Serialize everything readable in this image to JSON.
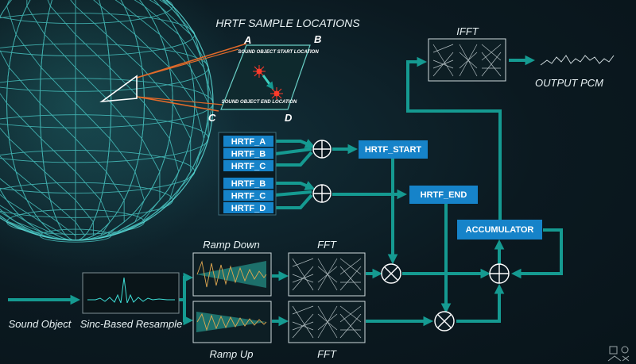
{
  "title": "HRTF SAMPLE LOCATIONS",
  "points": {
    "a": "A",
    "b": "B",
    "c": "C",
    "d": "D"
  },
  "inset": {
    "start": "SOUND OBJECT START LOCATION",
    "end": "SOUND OBJECT END LOCATION"
  },
  "hrtf_group1": [
    "HRTF_A",
    "HRTF_B",
    "HRTF_C"
  ],
  "hrtf_group2": [
    "HRTF_B",
    "HRTF_C",
    "HRTF_D"
  ],
  "boxes": {
    "hrtf_start": "HRTF_START",
    "hrtf_end": "HRTF_END",
    "accumulator": "ACCUMULATOR"
  },
  "labels": {
    "ifft": "IFFT",
    "output": "OUTPUT  PCM",
    "ramp_down": "Ramp Down",
    "ramp_up": "Ramp Up",
    "fft_top": "FFT",
    "fft_bottom": "FFT",
    "sound_object": "Sound Object",
    "resample": "Sinc-Based Resample"
  },
  "colors": {
    "flow": "#159a91",
    "box": "#1683c9",
    "background": "#0c1b23",
    "mesh": "#4fd6d2",
    "highlight": "#e06a2a"
  }
}
